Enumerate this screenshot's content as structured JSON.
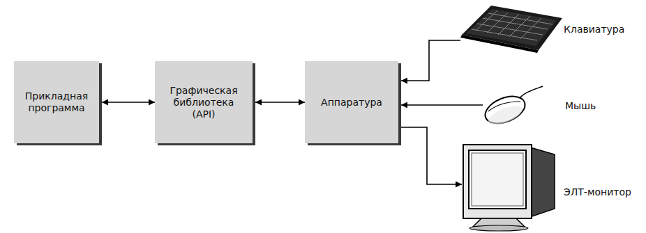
{
  "diagram": {
    "nodes": [
      {
        "text": [
          "Прикладная программа"
        ]
      },
      {
        "text": [
          "Графическая библиотека (API)"
        ]
      },
      {
        "text": [
          "Аппаратура"
        ]
      },
      {
        "text": [
          "Клавиатура"
        ]
      },
      {
        "text": [
          "Мышь"
        ]
      },
      {
        "text": [
          "ЭЛТ-монитор"
        ]
      }
    ],
    "edges": [
      {
        "from": 0,
        "to": 1,
        "arrow": "both"
      },
      {
        "from": 1,
        "to": 2,
        "arrow": "both"
      },
      {
        "from": 3,
        "to": 2,
        "arrow": "to"
      },
      {
        "from": 4,
        "to": 2,
        "arrow": "to"
      },
      {
        "from": 2,
        "to": 5,
        "arrow": "to"
      }
    ]
  }
}
